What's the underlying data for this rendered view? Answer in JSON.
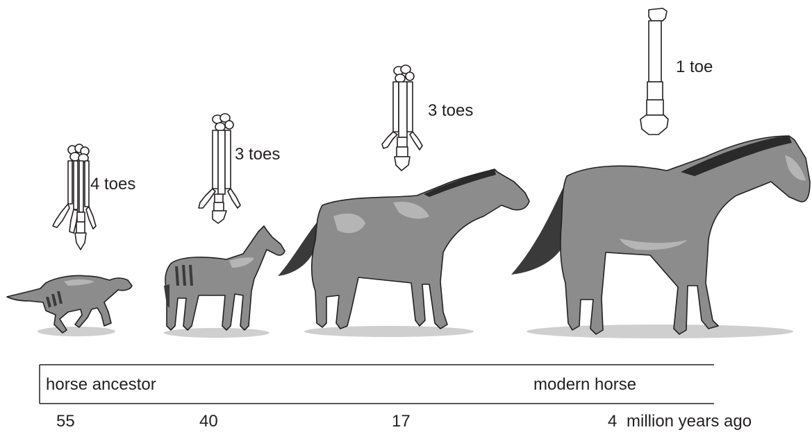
{
  "foot_labels": {
    "stage1": "4 toes",
    "stage2": "3 toes",
    "stage3": "3 toes",
    "stage4": "1 toe"
  },
  "timeline": {
    "start_label": "horse ancestor",
    "end_label": "modern horse",
    "times": [
      "55",
      "40",
      "17",
      "4"
    ],
    "unit": "million years ago"
  }
}
